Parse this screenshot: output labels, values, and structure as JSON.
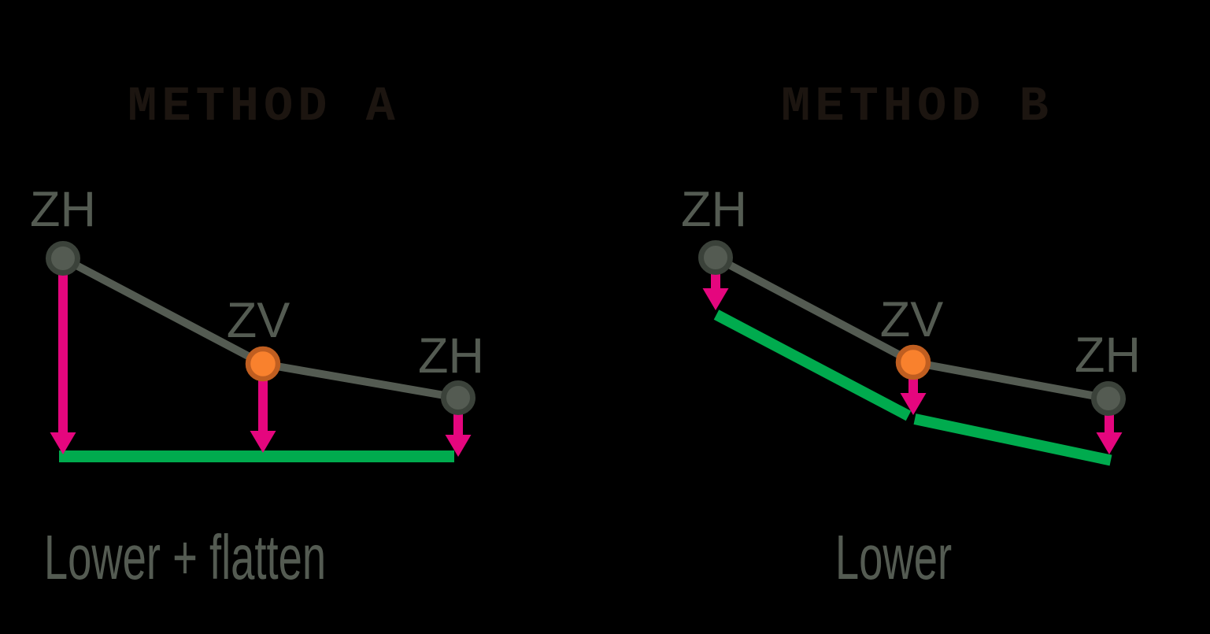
{
  "figure": {
    "description": "Two-panel terrain profile diagram comparing lowering methods",
    "panels": [
      {
        "title": "METHOD A",
        "caption": "Lower + flatten",
        "point_labels": [
          "ZH",
          "ZV",
          "ZH"
        ]
      },
      {
        "title": "METHOD B",
        "caption": "Lower",
        "point_labels": [
          "ZH",
          "ZV",
          "ZH"
        ]
      }
    ]
  },
  "colors": {
    "bg": "#000000",
    "title": "#1c1510",
    "gray": "#545b52",
    "graydark": "#3b423a",
    "pink": "#e5067e",
    "green": "#00ab4e",
    "orange": "#f9812d",
    "orangedark": "#c05e20"
  }
}
